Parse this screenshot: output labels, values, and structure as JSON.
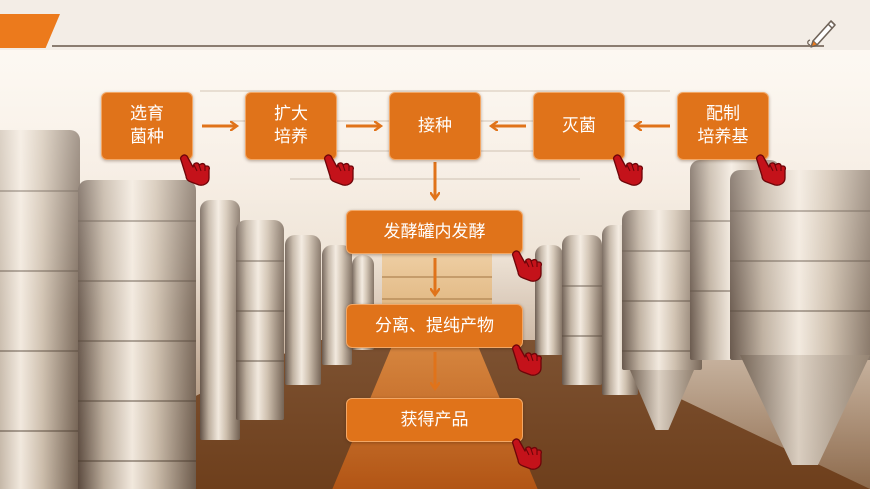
{
  "flow": {
    "step_select": "选育\n菌种",
    "step_expand": "扩大\n培养",
    "step_inoculate": "接种",
    "step_sterilize": "灭菌",
    "step_prepare": "配制\n培养基",
    "step_ferment": "发酵罐内发酵",
    "step_separate": "分离、提纯产物",
    "step_product": "获得产品"
  },
  "colors": {
    "accent": "#e0731a",
    "header_tab": "#ec7a1c",
    "box_text": "#ffffff",
    "hand_cursor": "#c4121a"
  },
  "icons": {
    "header": "pen-icon",
    "pointer": "hand-pointer-icon"
  }
}
